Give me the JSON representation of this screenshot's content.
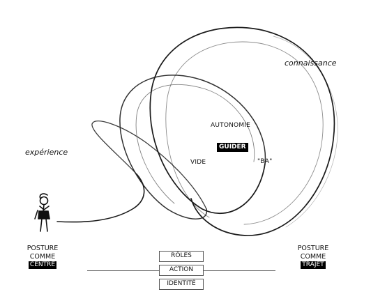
{
  "labels": {
    "connaissance": "connaissance",
    "experience": "expérience",
    "autonomie": "AUTONOMIE",
    "guider": "GUIDER",
    "vide": "VIDE",
    "ba": "\"BA\""
  },
  "posture_left": {
    "line1": "POSTURE",
    "line2": "COMME",
    "highlight": "CENTRE"
  },
  "posture_right": {
    "line1": "POSTURE",
    "line2": "COMME",
    "highlight": "TRAJET"
  },
  "boxes": {
    "roles": "RÔLES",
    "action": "ACTION",
    "identite": "IDENTITÉ"
  },
  "icons": {
    "figure": "standing-person-icon",
    "spiral": "spiral-stroke"
  },
  "colors": {
    "ink": "#111111",
    "highlight_bg": "#000000",
    "highlight_text": "#ffffff",
    "line": "#666666"
  }
}
